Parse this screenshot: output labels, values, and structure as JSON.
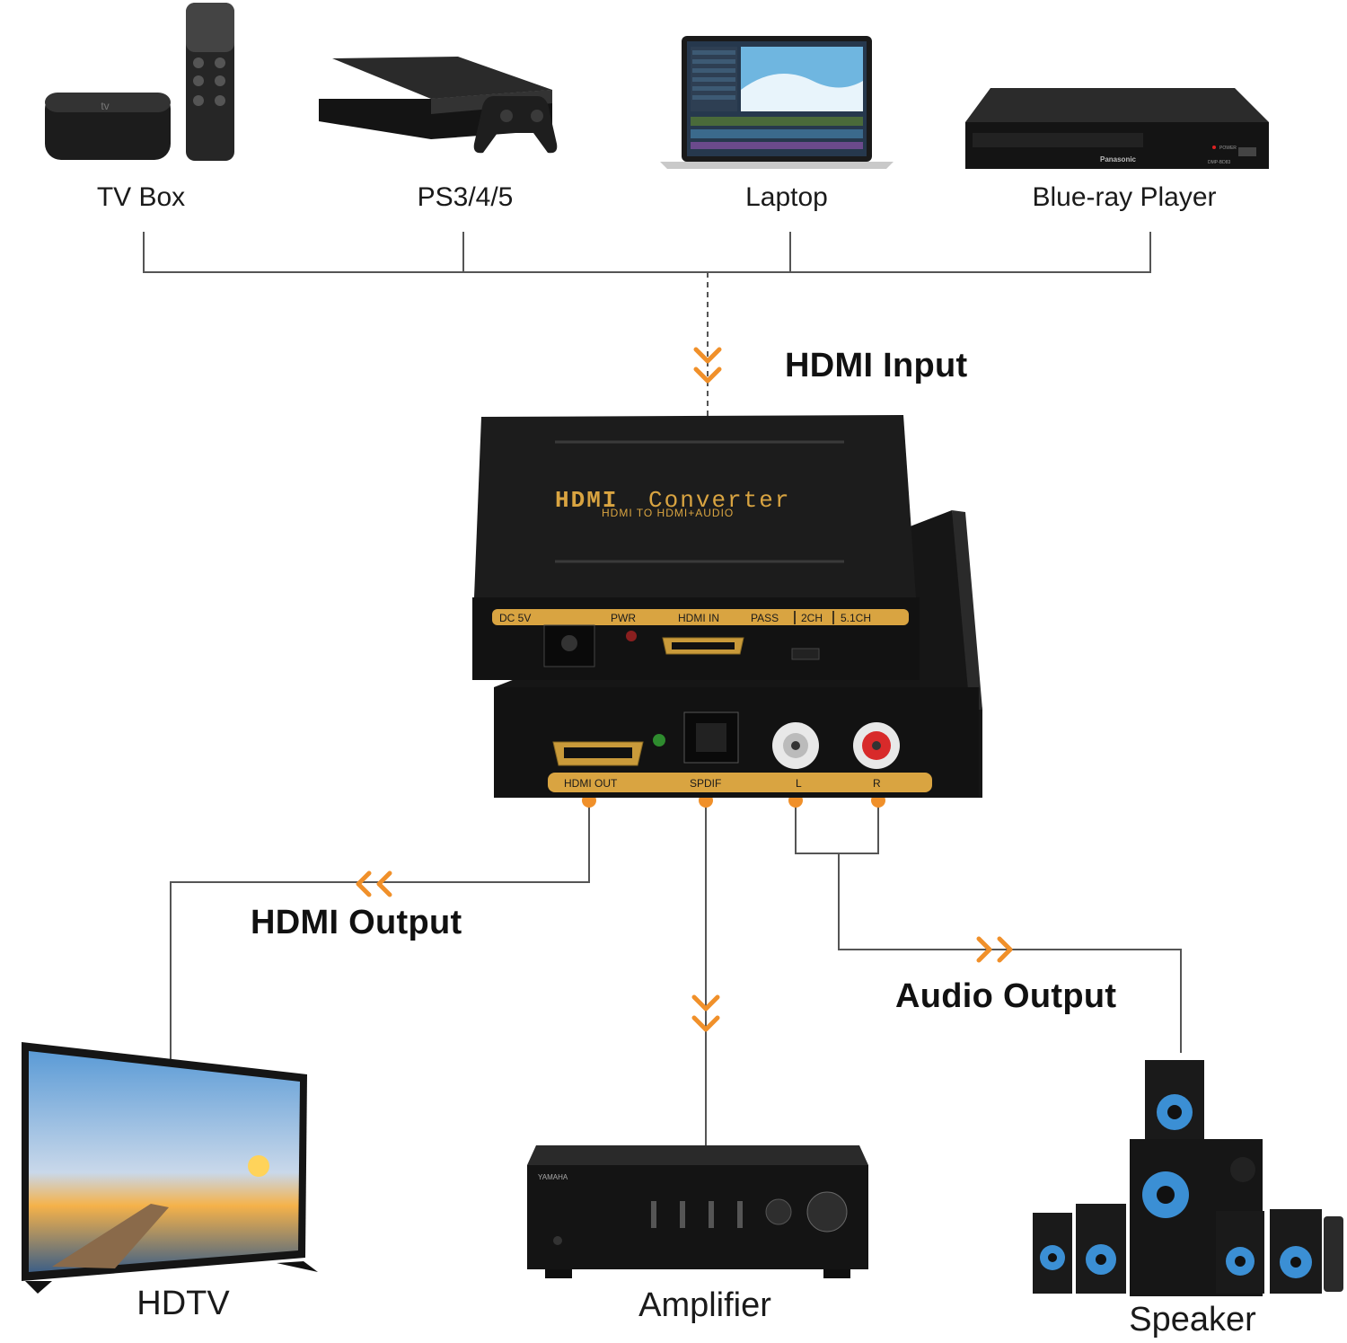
{
  "sources": [
    {
      "id": "tv-box",
      "label": "TV Box",
      "icon": "tv-box-icon"
    },
    {
      "id": "ps",
      "label": "PS3/4/5",
      "icon": "game-console-icon"
    },
    {
      "id": "laptop",
      "label": "Laptop",
      "icon": "laptop-icon"
    },
    {
      "id": "bluray",
      "label": "Blue-ray Player",
      "icon": "bluray-player-icon"
    }
  ],
  "flows": {
    "input": "HDMI Input",
    "hdmi_output": "HDMI Output",
    "audio_output": "Audio Output"
  },
  "converter": {
    "title_a": "HDMI",
    "title_b": "Converter",
    "subtitle": "HDMI TO HDMI+AUDIO",
    "top_ports": {
      "dc": "DC 5V",
      "pwr": "PWR",
      "hdmi_in": "HDMI IN",
      "pass": "PASS",
      "ch2": "2CH",
      "ch51": "5.1CH"
    },
    "bottom_ports": {
      "hdmi_out": "HDMI OUT",
      "spdif": "SPDIF",
      "l": "L",
      "r": "R"
    }
  },
  "device_brands": {
    "bluray": "Panasonic",
    "bluray_model": "DMP-BD83",
    "bluray_power": "POWER",
    "amp": "YAMAHA"
  },
  "outputs": [
    {
      "id": "hdtv",
      "label": "HDTV",
      "icon": "tv-icon"
    },
    {
      "id": "amplifier",
      "label": "Amplifier",
      "icon": "amplifier-icon"
    },
    {
      "id": "speaker",
      "label": "Speaker",
      "icon": "speaker-system-icon"
    }
  ],
  "colors": {
    "accent": "#f0902a",
    "wire": "#555555",
    "device": "#1b1b1b",
    "gold": "#d9a441"
  }
}
